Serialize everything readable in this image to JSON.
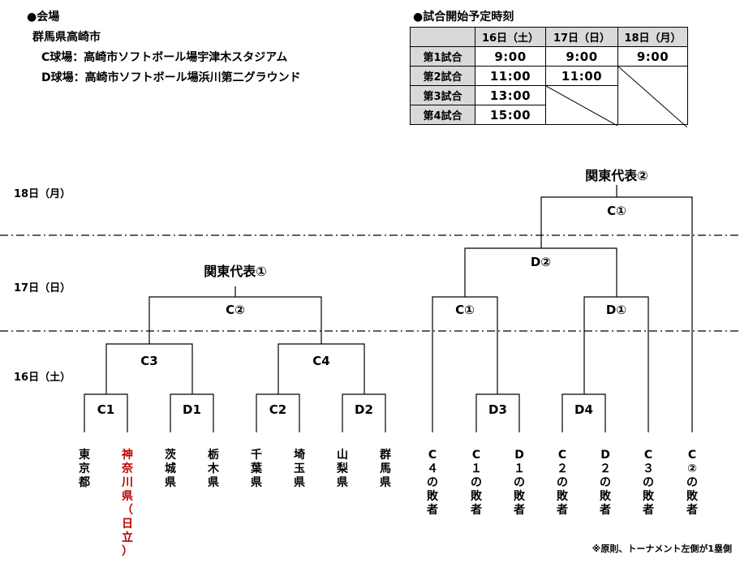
{
  "venue": {
    "heading": "●会場",
    "city": "群馬県高崎市",
    "fields": [
      {
        "label": "C球場：高崎市ソフトボール場宇津木スタジアム"
      },
      {
        "label": "D球場：高崎市ソフトボール場浜川第二グラウンド"
      }
    ]
  },
  "schedule": {
    "heading": "●試合開始予定時刻",
    "days": [
      "16日（土）",
      "17日（日）",
      "18日（月）"
    ],
    "rows": [
      {
        "label": "第1試合",
        "times": [
          "9:00",
          "9:00",
          "9:00"
        ]
      },
      {
        "label": "第2試合",
        "times": [
          "11:00",
          "11:00",
          ""
        ]
      },
      {
        "label": "第3試合",
        "times": [
          "13:00",
          "",
          ""
        ]
      },
      {
        "label": "第4試合",
        "times": [
          "15:00",
          "",
          ""
        ]
      }
    ]
  },
  "date_labels": {
    "day18": "18日（月）",
    "day17": "17日（日）",
    "day16": "16日（土）"
  },
  "bracket": {
    "matches": {
      "m1": "C1",
      "m2": "D1",
      "m3": "C2",
      "m4": "D2",
      "m5": "C3",
      "m6": "C4",
      "m7": "C②",
      "m8": "D3",
      "m9": "D4",
      "m10": "C①",
      "m11": "D①",
      "m12": "D②",
      "m13": "C①"
    },
    "winner1": "関東代表①",
    "winner2": "関東代表②",
    "teams": [
      {
        "name": "東京都",
        "red": false
      },
      {
        "name": "神奈川県（日立）",
        "red": true
      },
      {
        "name": "茨城県",
        "red": false
      },
      {
        "name": "栃木県",
        "red": false
      },
      {
        "name": "千葉県",
        "red": false
      },
      {
        "name": "埼玉県",
        "red": false
      },
      {
        "name": "山梨県",
        "red": false
      },
      {
        "name": "群馬県",
        "red": false
      },
      {
        "name": "C４の敗者",
        "red": false
      },
      {
        "name": "C１の敗者",
        "red": false
      },
      {
        "name": "D１の敗者",
        "red": false
      },
      {
        "name": "C２の敗者",
        "red": false
      },
      {
        "name": "D２の敗者",
        "red": false
      },
      {
        "name": "C３の敗者",
        "red": false
      },
      {
        "name": "C②の敗者",
        "red": false
      }
    ]
  },
  "note": "※原則、トーナメント左側が1塁側"
}
